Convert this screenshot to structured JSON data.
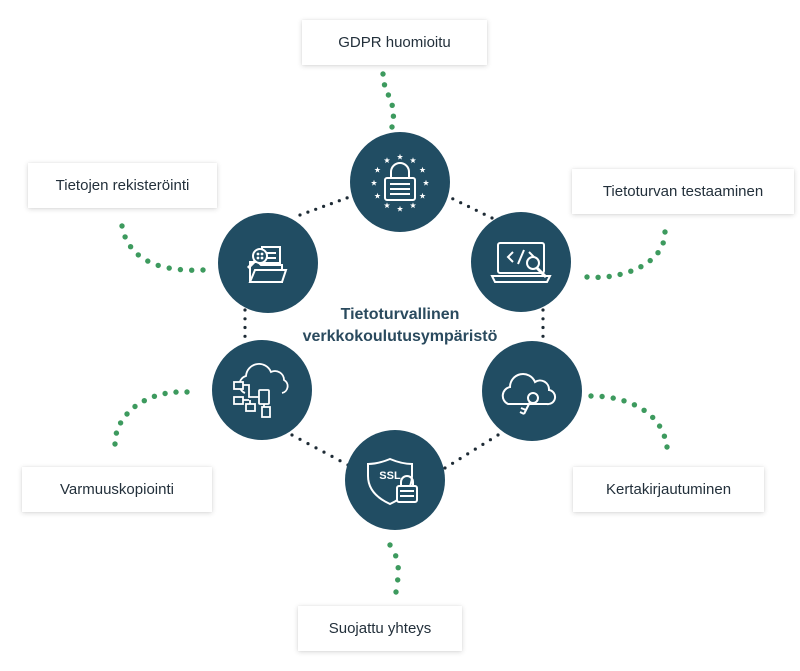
{
  "colors": {
    "node": "#214d63",
    "dots_inner": "#1e2b35",
    "dots_outer": "#3d9a5e",
    "icon": "#ffffff",
    "text": "#23303b"
  },
  "center": {
    "line1": "Tietoturvallinen",
    "line2": "verkkokoulutusympäristö"
  },
  "labels": {
    "gdpr": "GDPR huomioitu",
    "testing": "Tietoturvan testaaminen",
    "sso": "Kertakirjautuminen",
    "secure": "Suojattu yhteys",
    "backup": "Varmuuskopiointi",
    "logging": "Tietojen rekisteröinti"
  },
  "icons": {
    "gdpr": "eu-stars-padlock-icon",
    "testing": "laptop-code-magnifier-icon",
    "sso": "cloud-key-icon",
    "secure": "ssl-shield-padlock-icon",
    "backup": "cloud-network-backup-icon",
    "logging": "folder-magnifier-icon"
  },
  "ssl_text": "SSL"
}
